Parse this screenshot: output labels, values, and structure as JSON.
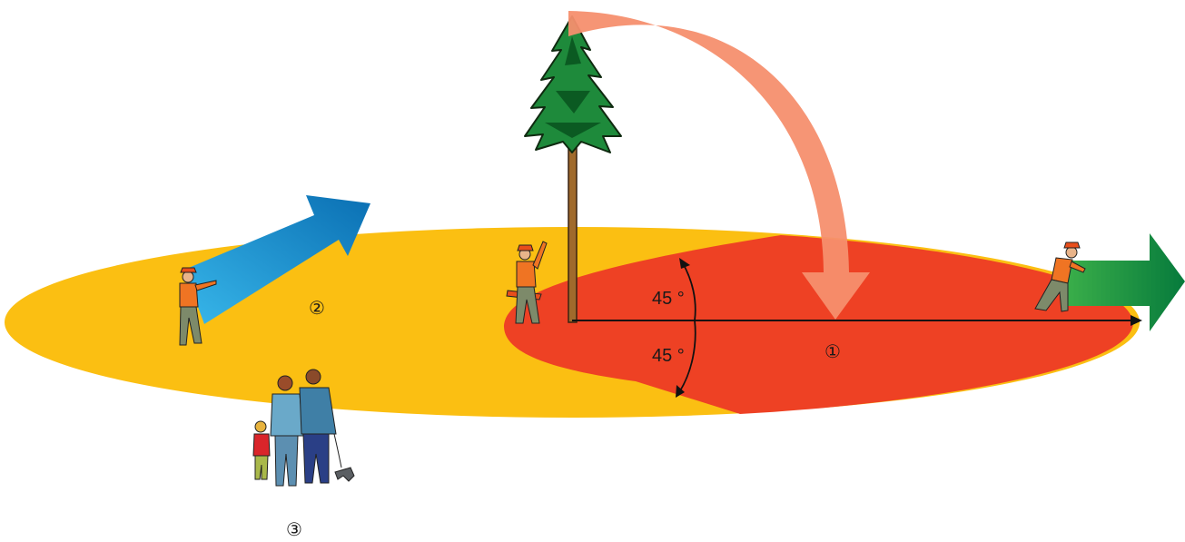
{
  "diagram": {
    "angles": {
      "upper": "45 °",
      "lower": "45 °"
    },
    "zones": [
      {
        "id": "1",
        "label": "①"
      },
      {
        "id": "2",
        "label": "②"
      },
      {
        "id": "3",
        "label": "③"
      }
    ],
    "colors": {
      "outer_zone": "#FBBF12",
      "danger_zone": "#EE4124",
      "fall_arrow": "#F58F6E",
      "blue_arrow": "#1D8FD4",
      "green_arrow": "#1E8F45"
    }
  }
}
